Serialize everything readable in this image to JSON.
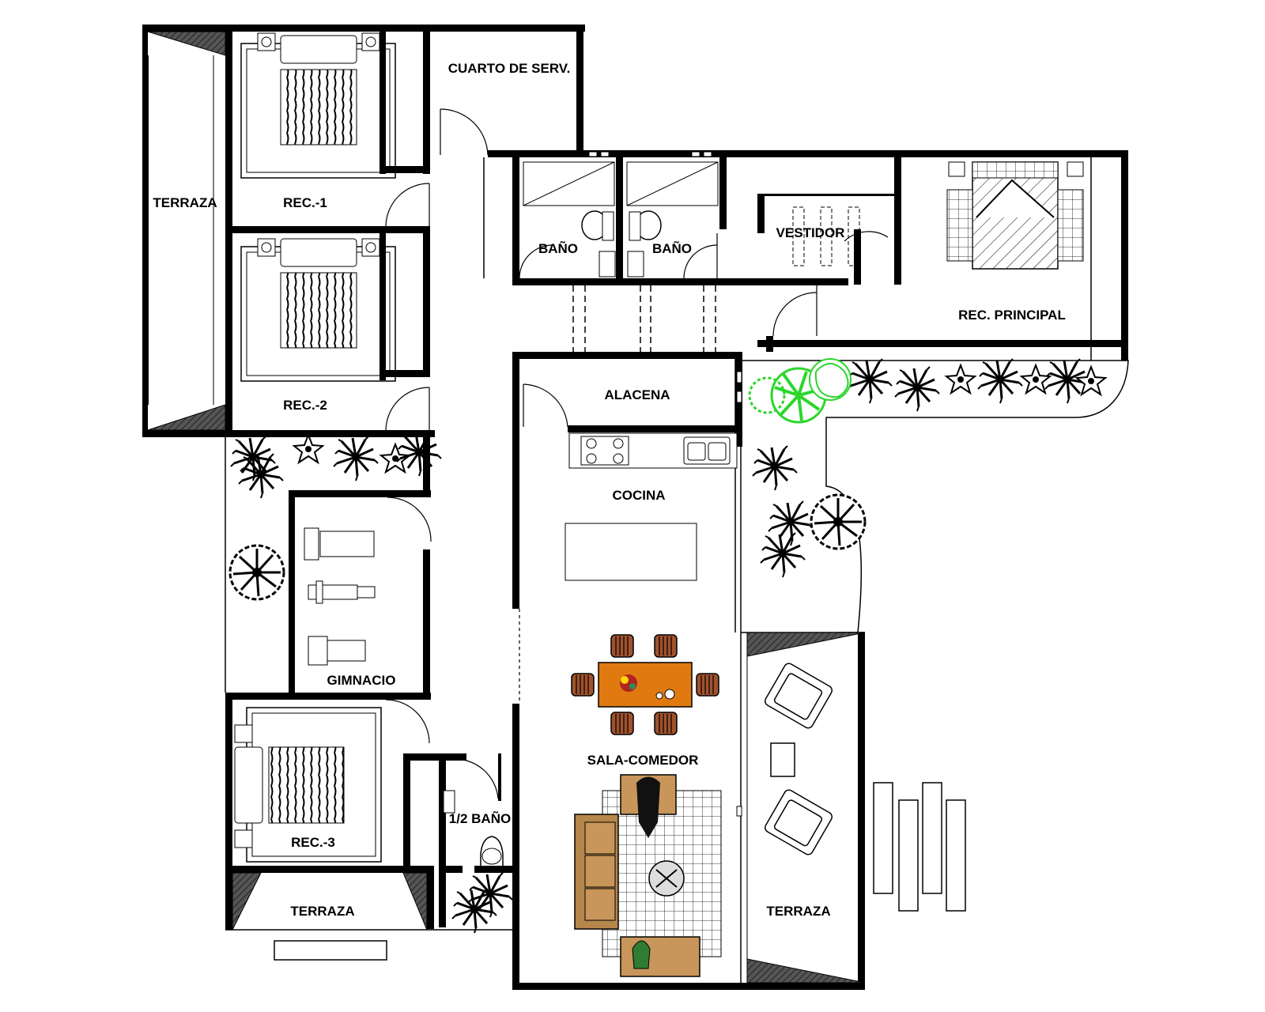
{
  "rooms": {
    "cuarto_serv": "CUARTO DE SERV.",
    "terraza_west": "TERRAZA",
    "rec1": "REC.-1",
    "rec2": "REC.-2",
    "bano_1": "BAÑO",
    "bano_2": "BAÑO",
    "vestidor": "VESTIDOR",
    "rec_principal": "REC. PRINCIPAL",
    "alacena": "ALACENA",
    "cocina": "COCINA",
    "gimnacio": "GIMNACIO",
    "sala_comedor": "SALA-COMEDOR",
    "rec3": "REC.-3",
    "medio_bano": "1/2 BAÑO",
    "terraza_south": "TERRAZA",
    "terraza_east": "TERRAZA"
  },
  "colors": {
    "walls": "#000000",
    "plants": "#111111",
    "green_plants": "#2bd62b",
    "dining_table": "#e07a10",
    "chairs": "#a0522d",
    "sofa": "#b5874a",
    "hatch": "#777777"
  }
}
